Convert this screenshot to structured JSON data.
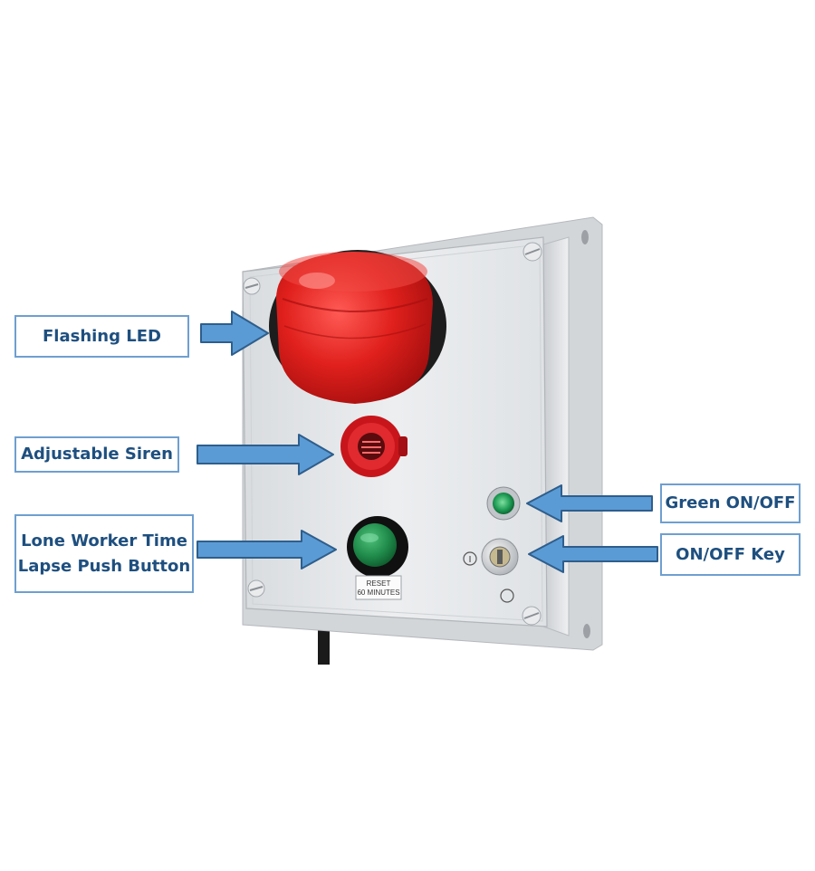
{
  "callouts": {
    "flashing_led": "Flashing LED",
    "adjustable_siren": "Adjustable Siren",
    "lone_worker_line1": "Lone Worker Time",
    "lone_worker_line2": "Lapse Push Button",
    "green_onoff": "Green ON/OFF",
    "onoff_key": "ON/OFF Key"
  },
  "panel": {
    "reset_label_line1": "RESET",
    "reset_label_line2": "60 MINUTES",
    "key_on_symbol": "I",
    "key_off_symbol": "O"
  },
  "colors": {
    "callout_text": "#1e4f7f",
    "callout_border": "#6f9fd0",
    "arrow_fill": "#5b9bd5",
    "arrow_stroke": "#2e5e8c",
    "panel_body": "#e6e8ea",
    "led_red": "#d81a1a",
    "siren_red": "#c8151b",
    "button_green": "#1f8a4a"
  },
  "icons": [
    "screw-icon",
    "beacon-icon",
    "siren-icon",
    "push-button-icon",
    "indicator-light-icon",
    "key-switch-icon"
  ]
}
